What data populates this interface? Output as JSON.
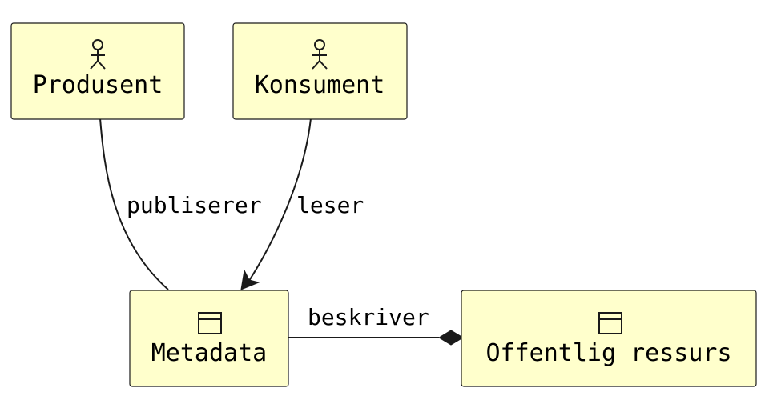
{
  "diagram": {
    "nodes": {
      "produsent": {
        "label": "Produsent",
        "icon": "actor-icon"
      },
      "konsument": {
        "label": "Konsument",
        "icon": "actor-icon"
      },
      "metadata": {
        "label": "Metadata",
        "icon": "component-box-icon"
      },
      "offentlig_ressurs": {
        "label": "Offentlig ressurs",
        "icon": "component-box-icon"
      }
    },
    "edges": {
      "publiserer": {
        "label": "publiserer",
        "from": "Produsent",
        "to": "Metadata"
      },
      "leser": {
        "label": "leser",
        "from": "Konsument",
        "to": "Metadata"
      },
      "beskriver": {
        "label": "beskriver",
        "from": "Metadata",
        "to": "Offentlig ressurs"
      }
    },
    "colors": {
      "node_fill": "#ffffcc",
      "stroke": "#1a1a1a",
      "text": "#000000"
    }
  }
}
